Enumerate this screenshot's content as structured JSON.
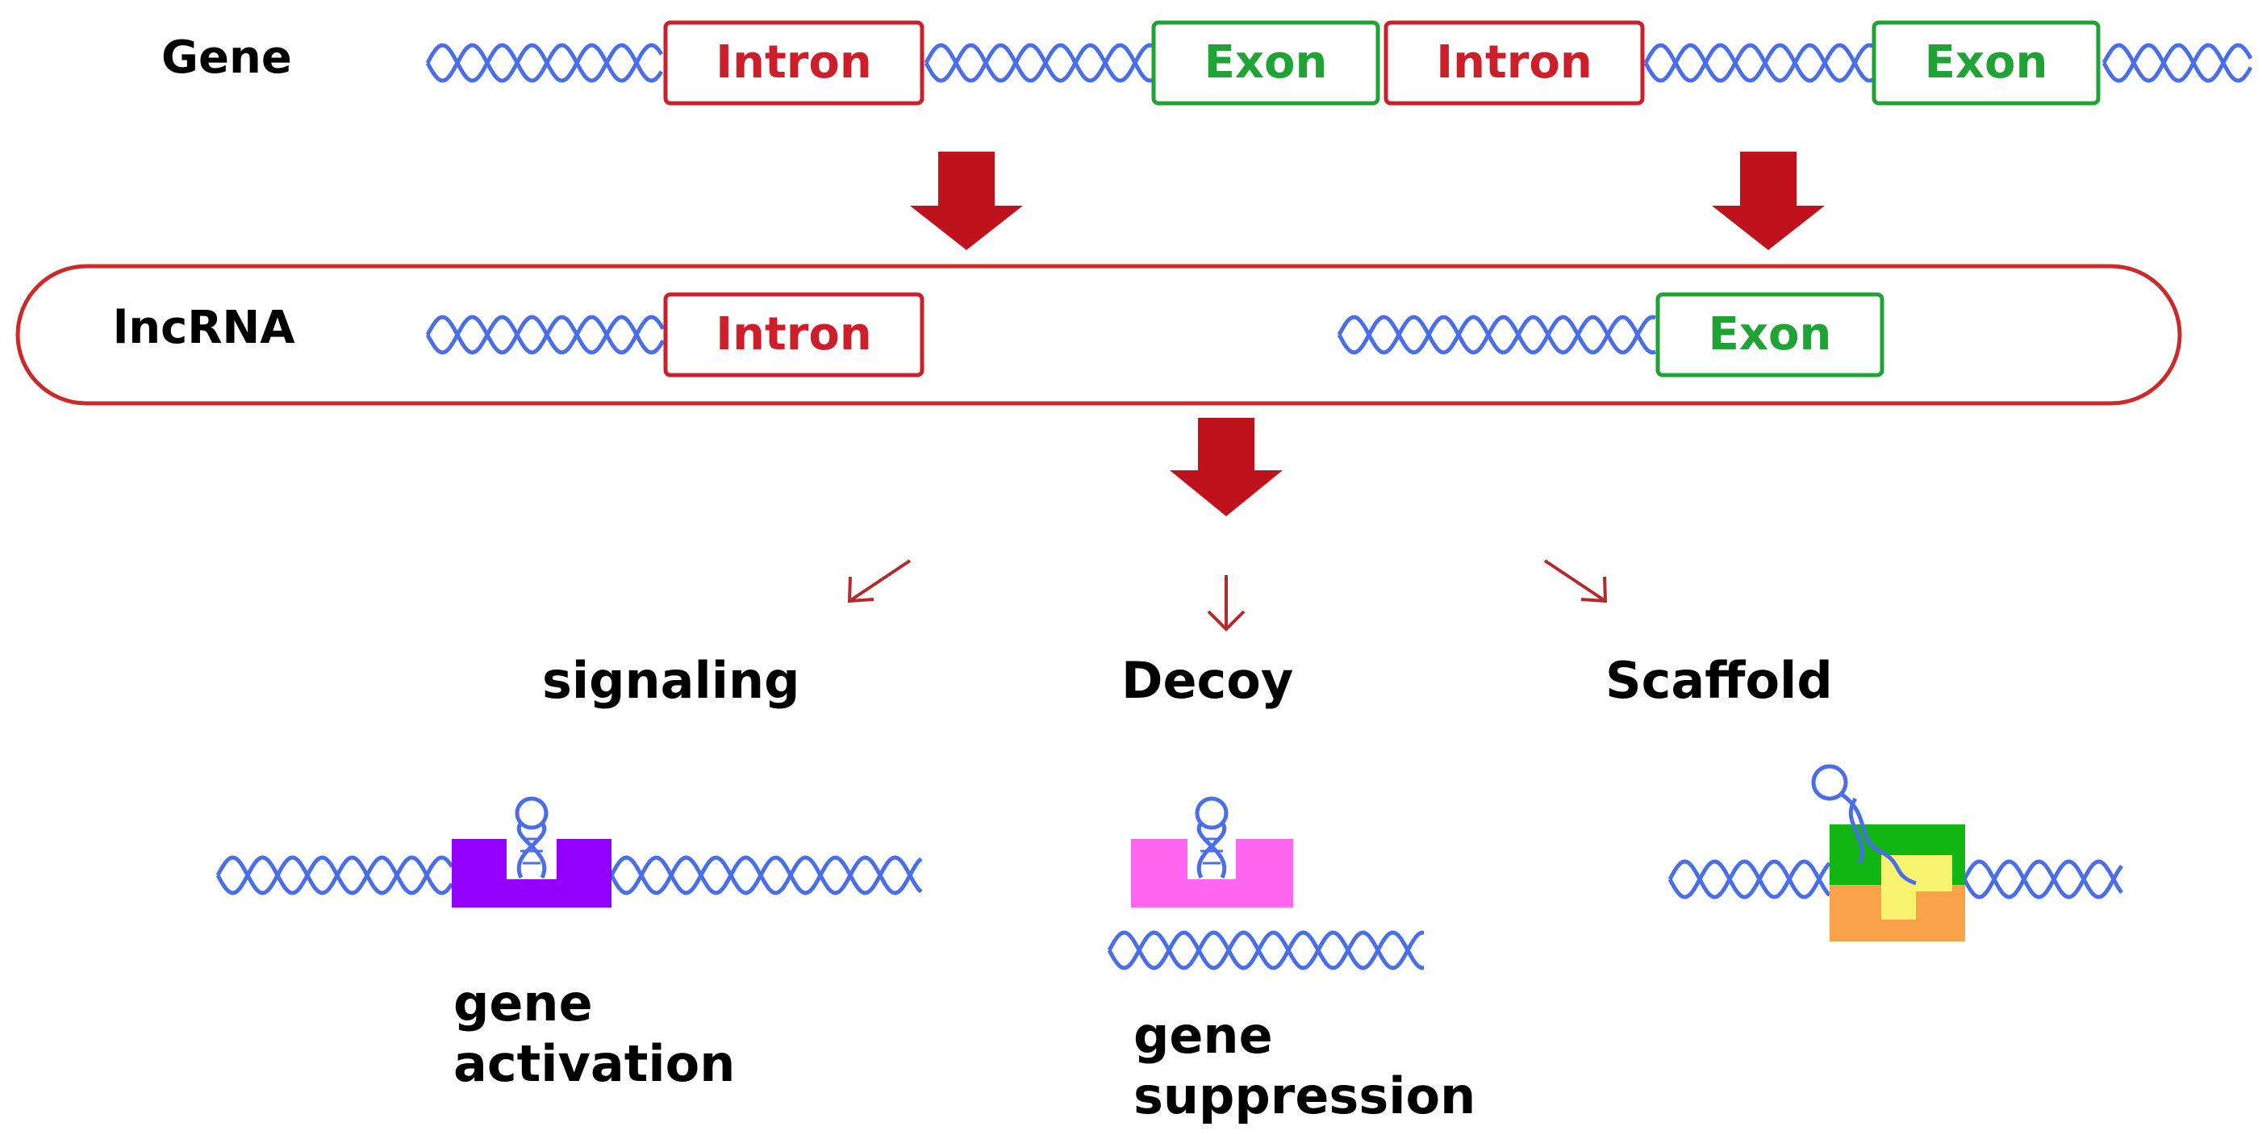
{
  "colors": {
    "helix": "#4a6ee8",
    "intron": "#cc1f2a",
    "exon": "#1fa334",
    "big_arrow": "#c0121c",
    "thin_arrow": "#b22a2a",
    "container": "#cc2a2a",
    "purple": "#9400ff",
    "pink": "#ff66f0",
    "green_block": "#12b612",
    "yellow_block": "#f7f36e",
    "orange_block": "#f9a24a"
  },
  "gene": {
    "label": "Gene",
    "segments": [
      {
        "type": "intron",
        "label": "Intron"
      },
      {
        "type": "exon",
        "label": "Exon"
      },
      {
        "type": "intron",
        "label": "Intron"
      },
      {
        "type": "exon",
        "label": "Exon"
      }
    ]
  },
  "lncrna": {
    "label": "lncRNA",
    "intron_label": "Intron",
    "exon_label": "Exon"
  },
  "functions": [
    {
      "title": "signaling",
      "outcome_line1": "gene",
      "outcome_line2": "activation"
    },
    {
      "title": "Decoy",
      "outcome_line1": "gene",
      "outcome_line2": "suppression"
    },
    {
      "title": "Scaffold",
      "outcome_line1": "",
      "outcome_line2": ""
    }
  ]
}
